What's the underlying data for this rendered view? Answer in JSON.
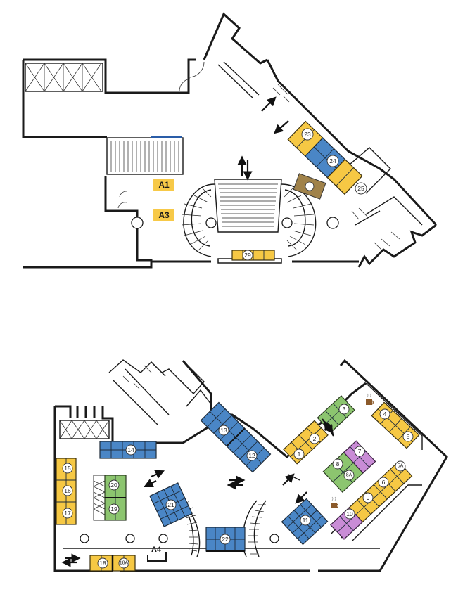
{
  "upper_floor": {
    "area_labels": [
      "A1",
      "A3"
    ],
    "booths": {
      "b23": "23",
      "b24": "24",
      "b25": "25",
      "b29": "29"
    }
  },
  "lower_floor": {
    "area_labels": [
      "A4"
    ],
    "booths": {
      "b1": "1",
      "b2": "2",
      "b3": "3",
      "b4": "4",
      "b5": "5",
      "b5a": "5A",
      "b6": "6",
      "b7": "7",
      "b8": "8",
      "b8a": "8A",
      "b9": "9",
      "b10": "10",
      "b11": "11",
      "b12": "12",
      "b13": "13",
      "b14": "14",
      "b15": "15",
      "b16": "16",
      "b17": "17",
      "b18": "18",
      "b18a": "18A",
      "b19": "19",
      "b20": "20",
      "b21": "21",
      "b22": "22"
    }
  },
  "colors": {
    "blue_booth": "#4a86c6",
    "green_booth": "#8cc56f",
    "yellow_booth": "#f6c844",
    "purple_booth": "#c98cd6",
    "area_label_bg": "#f7c948"
  },
  "icons": [
    "coffee-cup-icon",
    "direction-arrow-icon",
    "staircase-icon",
    "column-icon"
  ]
}
